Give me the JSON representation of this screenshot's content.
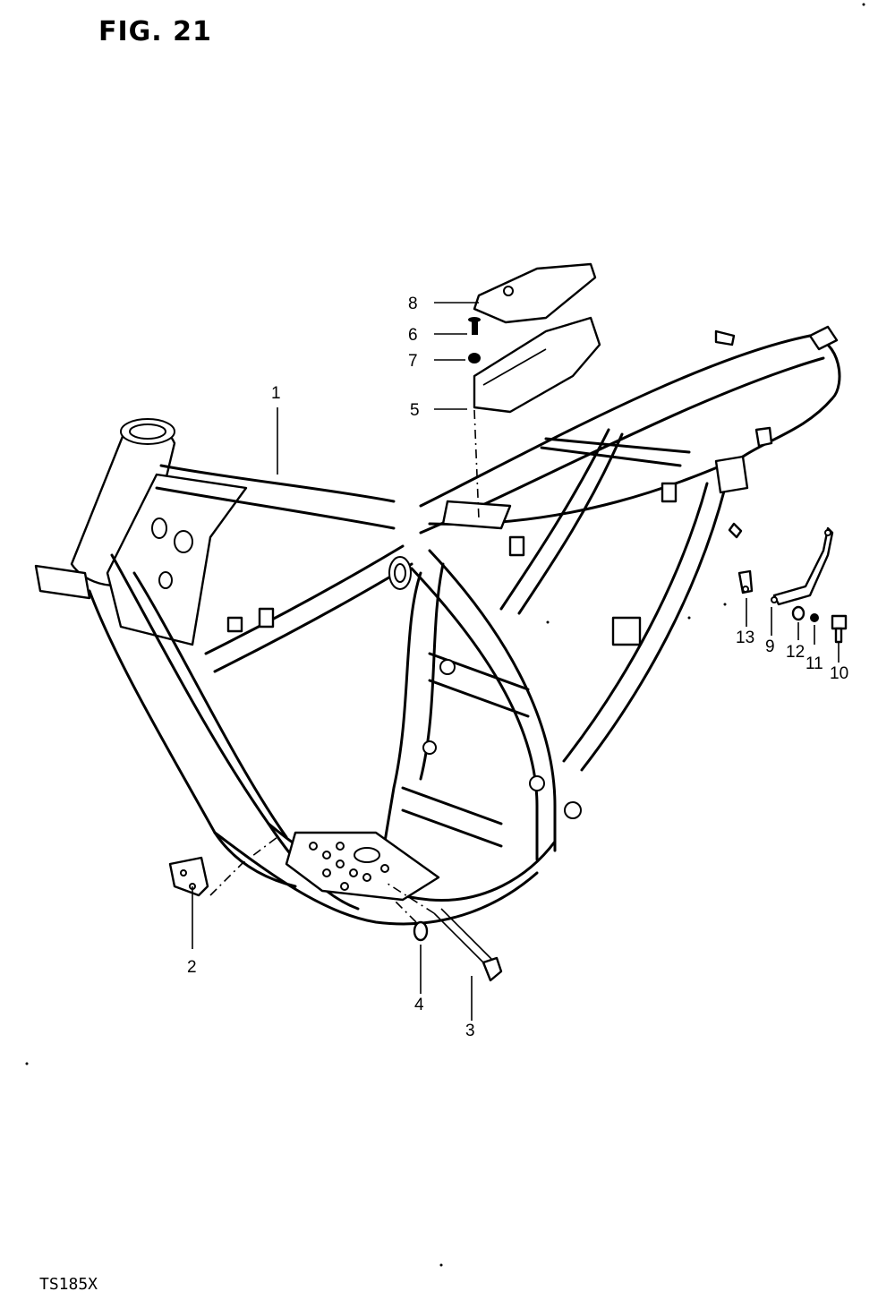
{
  "figure": {
    "title": "FIG. 21",
    "model_code": "TS185X"
  },
  "callouts": {
    "c1": "1",
    "c2": "2",
    "c3": "3",
    "c4": "4",
    "c5": "5",
    "c6": "6",
    "c7": "7",
    "c8": "8",
    "c9": "9",
    "c10": "10",
    "c11": "11",
    "c12": "12",
    "c13": "13"
  }
}
